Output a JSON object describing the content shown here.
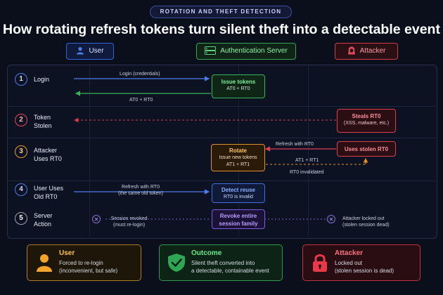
{
  "badge": "ROTATION AND THEFT DETECTION",
  "title": "How rotating refresh tokens turn silent theft into a detectable event",
  "lanes": {
    "user": "User",
    "auth": "Authentication Server",
    "attacker": "Attacker"
  },
  "steps": [
    {
      "num": "1",
      "label_line1": "Login",
      "label_line2": ""
    },
    {
      "num": "2",
      "label_line1": "Token",
      "label_line2": "Stolen"
    },
    {
      "num": "3",
      "label_line1": "Attacker",
      "label_line2": "Uses RT0"
    },
    {
      "num": "4",
      "label_line1": "User Uses",
      "label_line2": "Old RT0"
    },
    {
      "num": "5",
      "label_line1": "Server",
      "label_line2": "Action"
    }
  ],
  "arrows": {
    "login": "Login (credentials)",
    "at0_rt0": "AT0 + RT0",
    "refresh_rt0_att": "Refresh with RT0",
    "at1_rt1": "AT1 + RT1",
    "rt0_invalidated": "RT0 invalidated",
    "refresh_rt0_user_1": "Refresh with RT0",
    "refresh_rt0_user_2": "(the same old token)"
  },
  "boxes": {
    "issue": {
      "title": "Issue tokens",
      "sub": "AT0 + RT0"
    },
    "steals": {
      "title": "Steals RT0",
      "sub": "(XSS, malware, etc.)"
    },
    "uses_stolen": {
      "title": "Uses stolen RT0"
    },
    "rotate": {
      "title": "Rotate",
      "sub1": "Issue new tokens",
      "sub2": "AT1 + RT1"
    },
    "detect": {
      "title": "Detect reuse",
      "sub": "RT0 is invalid"
    },
    "revoke": {
      "title1": "Revoke entire",
      "title2": "session family"
    }
  },
  "actions": {
    "user_1": "Session revoked",
    "user_2": "(must re-login)",
    "att_1": "Attacker locked out",
    "att_2": "(stolen session dead)"
  },
  "cards": {
    "user": {
      "title": "User",
      "line1": "Forced to re-login",
      "line2": "(inconvenient, but safe)"
    },
    "outcome": {
      "title": "Outcome",
      "line1": "Silent theft converted into",
      "line2": "a detectable, containable event"
    },
    "attacker": {
      "title": "Attacker",
      "line1": "Locked out",
      "line2": "(stolen session is dead)"
    }
  },
  "colors": {
    "user": "#3564d8",
    "auth": "#37a355",
    "attacker": "#d23a4a",
    "rotate": "#e0922a",
    "revoke": "#7b5ce0"
  }
}
